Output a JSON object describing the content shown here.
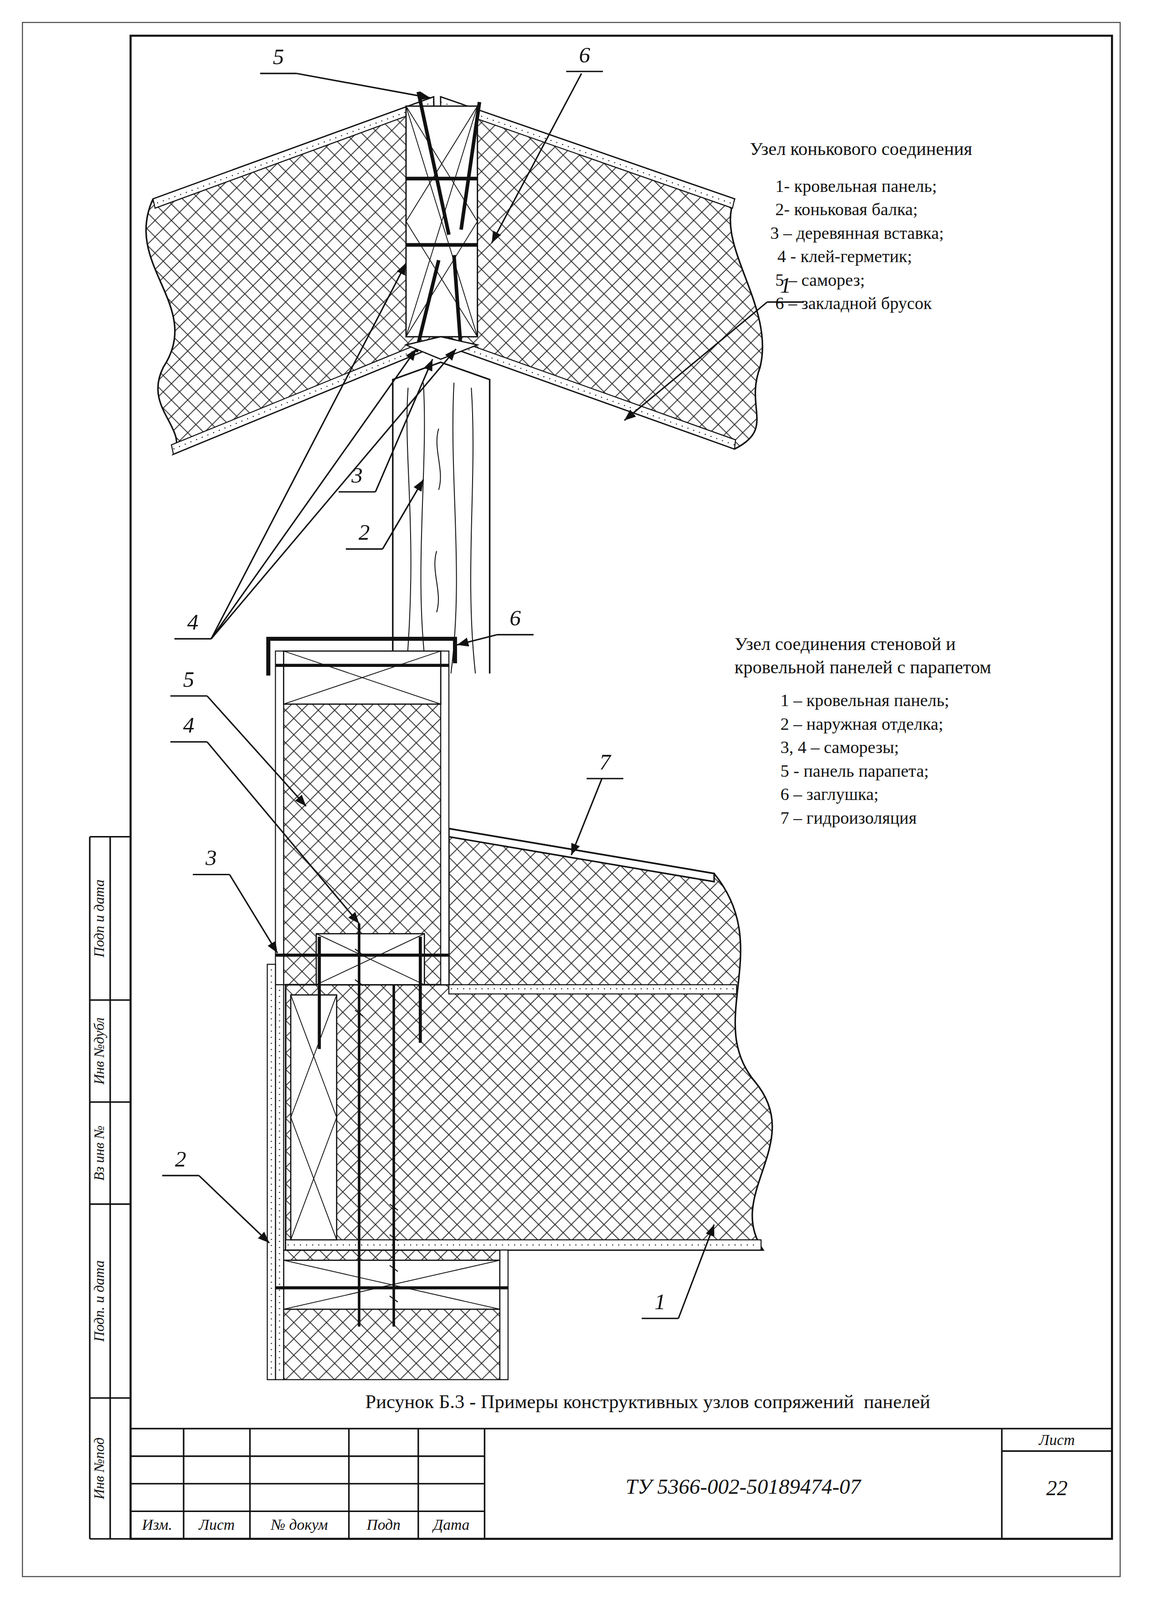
{
  "diagram": {
    "caption": "Рисунок Б.3 - Примеры конструктивных узлов сопряжений  панелей",
    "labels": [
      "Узел конькового соединения",
      "1- кровельная панель;",
      "2- коньковая балка;",
      "3 – деревянная вставка;",
      "4 - клей-герметик;",
      "5 – саморез;",
      "6 – закладной брусок",
      "5",
      "6",
      "1",
      "3",
      "2",
      "4",
      "Узел соединения стеновой и кровельной панелей с парапетом",
      "1 – кровельная панель;",
      "2 – наружная отделка;",
      "3, 4 – саморезы;",
      "5 - панель парапета;",
      "6 – заглушка;",
      "7 – гидроизоляция",
      "6",
      "5",
      "4",
      "7",
      "3",
      "2",
      "1",
      "Подп и дата",
      "Инв №дубл",
      "Вз инв №",
      "Подп. и дата",
      "Инв №под",
      "Изм.",
      "Лист",
      "№ докум",
      "Подп",
      "Дата",
      "ТУ 5366-002-50189474-07",
      "Лист",
      "22"
    ]
  }
}
